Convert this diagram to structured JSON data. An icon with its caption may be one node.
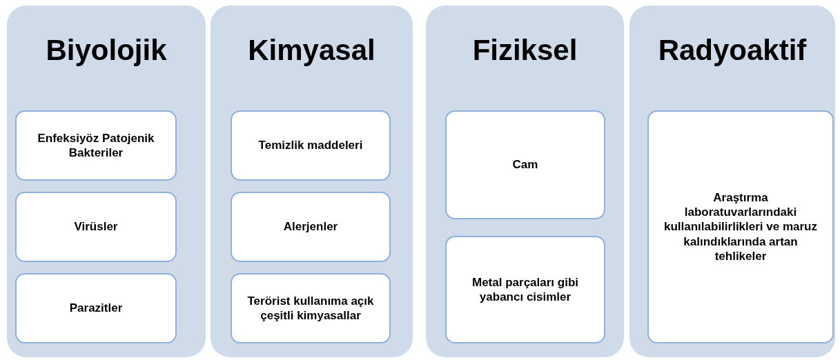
{
  "diagram": {
    "nodes": [
      {
        "text": [
          "Biyolojik"
        ]
      },
      {
        "text": [
          "Enfeksiyöz Patojenik Bakteriler"
        ],
        "in": 0
      },
      {
        "text": [
          "Virüsler"
        ],
        "in": 0
      },
      {
        "text": [
          "Parazitler"
        ],
        "in": 0
      },
      {
        "text": [
          "Kimyasal"
        ]
      },
      {
        "text": [
          "Temizlik maddeleri"
        ],
        "in": 4
      },
      {
        "text": [
          "Alerjenler"
        ],
        "in": 4
      },
      {
        "text": [
          "Terörist kullanıma açık çeşitli kimyasallar"
        ],
        "in": 4
      },
      {
        "text": [
          "Fiziksel"
        ]
      },
      {
        "text": [
          "Cam"
        ],
        "in": 8
      },
      {
        "text": [
          "Metal parçaları gibi yabancı cisimler"
        ],
        "in": 8
      },
      {
        "text": [
          "Radyoaktif"
        ]
      },
      {
        "text": [
          "Araştırma laboratuvarlarındaki kullanılabilirlikleri ve maruz kalındıklarında artan tehlikeler"
        ],
        "in": 11
      }
    ]
  }
}
